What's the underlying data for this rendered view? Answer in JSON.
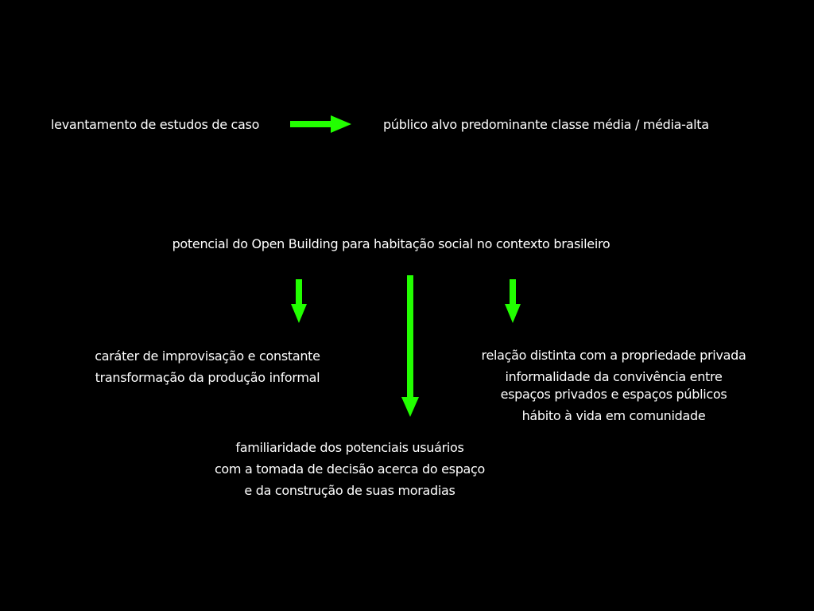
{
  "colors": {
    "background": "#000000",
    "text": "#ffffff",
    "arrow": "#22ff00"
  },
  "top_row": {
    "left_text": "levantamento de estudos de caso",
    "right_text": "público alvo predominante classe média / média-alta"
  },
  "central_statement": "potencial do Open Building para habitação social no contexto brasileiro",
  "branches": {
    "left": {
      "lines": [
        "caráter de improvisação e constante",
        "transformação da produção informal"
      ]
    },
    "center": {
      "lines": [
        "familiaridade dos potenciais usuários",
        "com a tomada de decisão acerca do espaço",
        "e da construção de suas moradias"
      ]
    },
    "right": {
      "lines": [
        "relação distinta com a propriedade privada",
        "informalidade da convivência entre",
        "espaços privados e espaços públicos",
        "hábito à vida em comunidade"
      ]
    }
  }
}
